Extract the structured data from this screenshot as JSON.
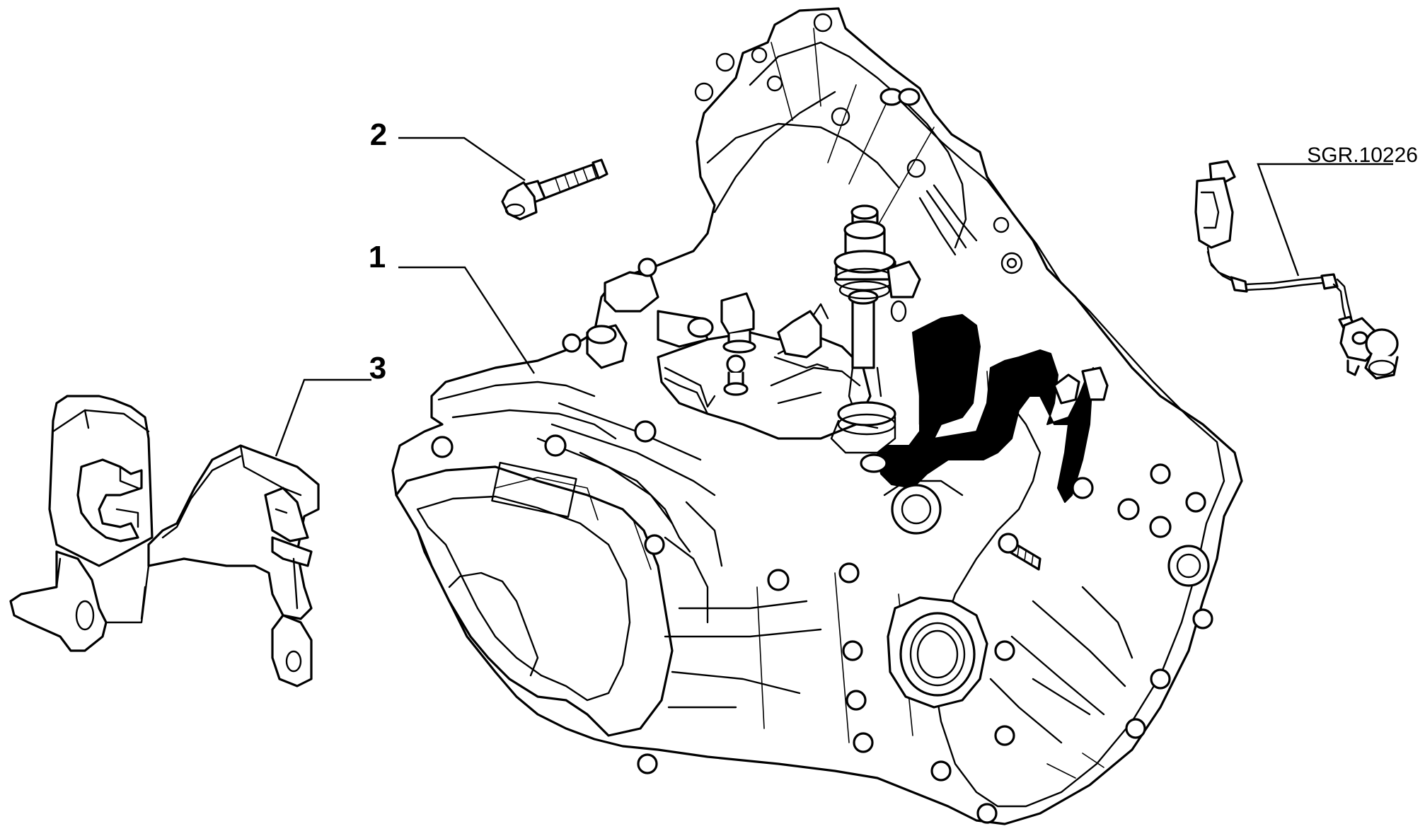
{
  "callouts": {
    "part1": "1",
    "part2": "2",
    "part3": "3"
  },
  "reference_code": "SGR.10226",
  "colors": {
    "line": "#000000",
    "background": "#ffffff"
  }
}
